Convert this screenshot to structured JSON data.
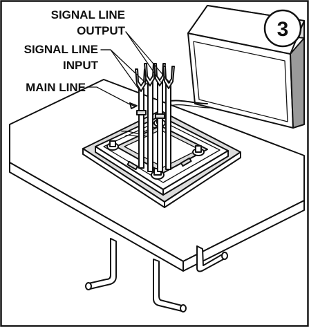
{
  "step_number": "3",
  "labels": {
    "signal_line_output_1": "SIGNAL LINE",
    "signal_line_output_2": "OUTPUT",
    "signal_line_input_1": "SIGNAL LINE",
    "signal_line_input_2": "INPUT",
    "main_line": "MAIN LINE"
  }
}
